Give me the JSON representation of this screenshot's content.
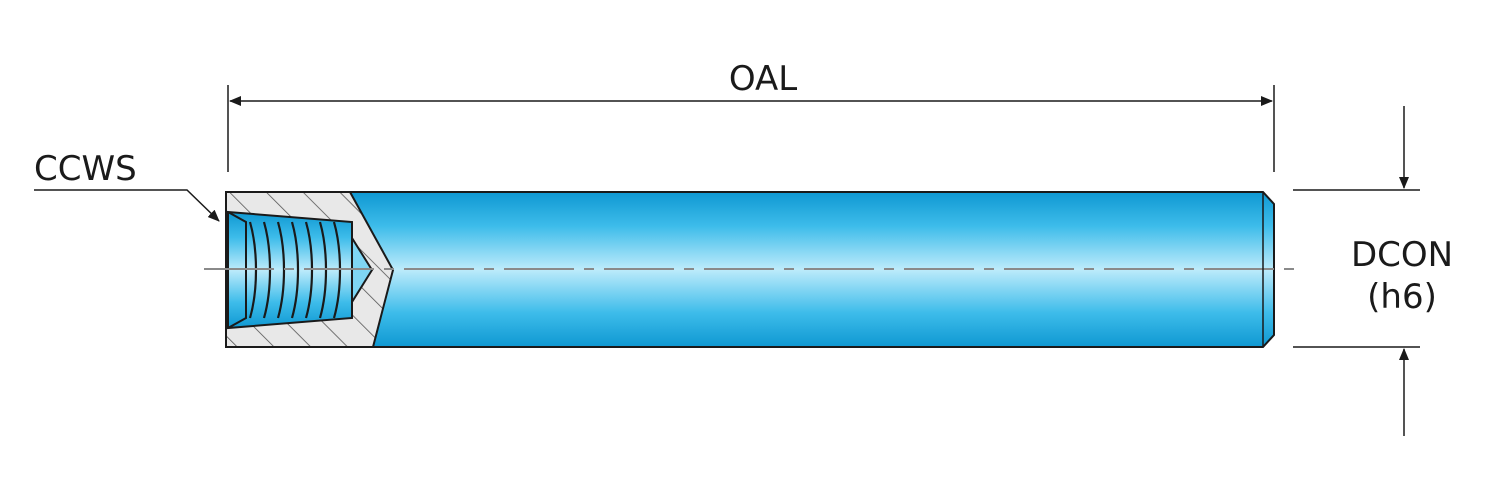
{
  "labels": {
    "overall_length": "OAL",
    "thread_spec": "CCWS",
    "connection_diameter": "DCON",
    "tolerance": "(h6)"
  },
  "colors": {
    "shank_light": "#bdebfb",
    "shank_mid": "#4cc6ee",
    "shank_dark": "#0f98d2",
    "section_fill": "#e8e8e8",
    "outline": "#1a1a1a",
    "centerline": "#8a8a8a"
  }
}
